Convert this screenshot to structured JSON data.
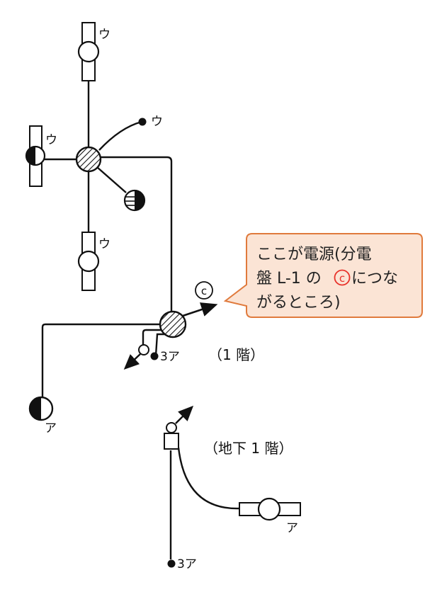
{
  "labels": {
    "u": "ウ",
    "a": "ア",
    "a3": "3ア",
    "c": "c"
  },
  "floors": {
    "first": "（1 階）",
    "basement": "（地下 1 階）"
  },
  "callout": {
    "line1": "ここが電源(分電",
    "line2_pre": "盤 L-1 の",
    "line2_symbol": "c",
    "line2_post": "につな",
    "line3": "がるところ)",
    "bg": "#fbe4d5",
    "border": "#e07a3c",
    "symbol_color": "#e8322a"
  }
}
